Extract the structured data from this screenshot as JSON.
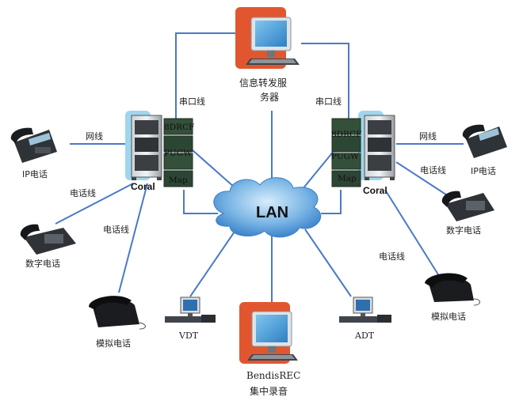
{
  "center": {
    "lan_label": "LAN"
  },
  "servers": {
    "top_label_line1": "信息转发服",
    "top_label_line2": "务器",
    "bottom_label_line1": "BendisREC",
    "bottom_label_line2": "集中录音"
  },
  "connections": {
    "serial_left": "串口线",
    "serial_right": "串口线",
    "net_left": "网线",
    "net_right": "网线",
    "phone_line_left_1": "电话线",
    "phone_line_left_2": "电话线",
    "phone_line_right_1": "电话线",
    "phone_line_right_2": "电话线"
  },
  "switches": {
    "left_brand": "Coral",
    "right_brand": "Coral",
    "left_cards": [
      "8DRCF",
      "PUGW",
      "Map"
    ],
    "right_cards": [
      "8DRCF",
      "PUGW",
      "Map"
    ]
  },
  "phones": {
    "left_ip": "IP电话",
    "left_digital": "数字电话",
    "left_analog": "模拟电话",
    "right_ip": "IP电话",
    "right_digital": "数字电话",
    "right_analog": "模拟电话"
  },
  "terminals": {
    "vdt": "VDT",
    "adt": "ADT"
  },
  "colors": {
    "link": "#4a79c9",
    "server_backdrop": "#e2562f",
    "switch_backdrop": "#9fd6ee",
    "cloud": "#4c94d6"
  }
}
